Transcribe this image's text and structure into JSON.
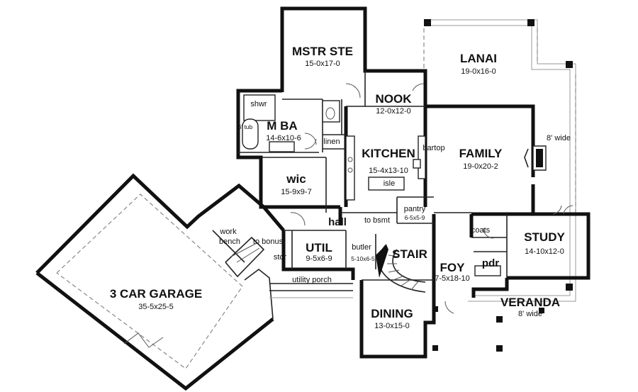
{
  "rooms": {
    "mstr_ste": {
      "name": "MSTR STE",
      "dims": "15-0x17-0"
    },
    "lanai": {
      "name": "LANAI",
      "dims": "19-0x16-0"
    },
    "nook": {
      "name": "NOOK",
      "dims": "12-0x12-0"
    },
    "m_ba": {
      "name": "M BA",
      "dims": "14-6x10-6"
    },
    "kitchen": {
      "name": "KITCHEN",
      "dims": "15-4x13-10"
    },
    "family": {
      "name": "FAMILY",
      "dims": "19-0x20-2"
    },
    "wic": {
      "name": "wic",
      "dims": "15-9x9-7"
    },
    "pantry": {
      "name": "pantry",
      "dims": "6-5x5-9"
    },
    "study": {
      "name": "STUDY",
      "dims": "14-10x12-0"
    },
    "util": {
      "name": "UTIL",
      "dims": "9-5x6-9"
    },
    "butler": {
      "name": "butler",
      "dims": "5-10x6-5"
    },
    "stair": {
      "name": "STAIR"
    },
    "foy": {
      "name": "FOY",
      "dims": "7-5x18-10"
    },
    "pdr": {
      "name": "pdr"
    },
    "garage": {
      "name": "3 CAR GARAGE",
      "dims": "35-5x25-5"
    },
    "veranda": {
      "name": "VERANDA",
      "dims": "8' wide"
    },
    "dining": {
      "name": "DINING",
      "dims": "13-0x15-0"
    }
  },
  "labels": {
    "shwr": "shwr",
    "tub": "6' tub",
    "linen": "linen",
    "bartop": "bartop",
    "isle": "isle",
    "eight_wide": "8' wide",
    "hall": "hall",
    "to_bsmt": "to bsmt",
    "coats": "coats",
    "work": "work",
    "bench": "bench",
    "to_bonus": "to bonus",
    "stor": "stor",
    "utility_porch": "utility porch"
  }
}
